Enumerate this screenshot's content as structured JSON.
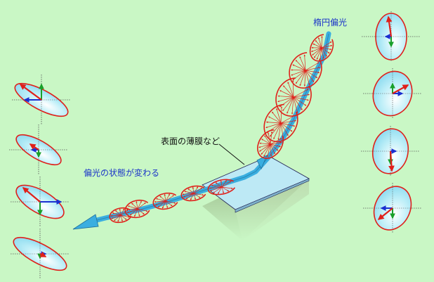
{
  "labels": {
    "elliptical_polarization": "楕円偏光",
    "surface_thin_film": "表面の薄膜など",
    "polarization_changes": "偏光の状態が変わる"
  },
  "colors": {
    "background": "#c9f7c5",
    "ellipse_stroke": "#e0201a",
    "ellipse_fill": "#aee9f5",
    "beam": "#3aaee0",
    "vector_red": "#e0201a",
    "vector_green": "#1aa02a",
    "vector_blue": "#1a2fd0",
    "label_blue": "#1a33c8",
    "label_black": "#111111"
  }
}
